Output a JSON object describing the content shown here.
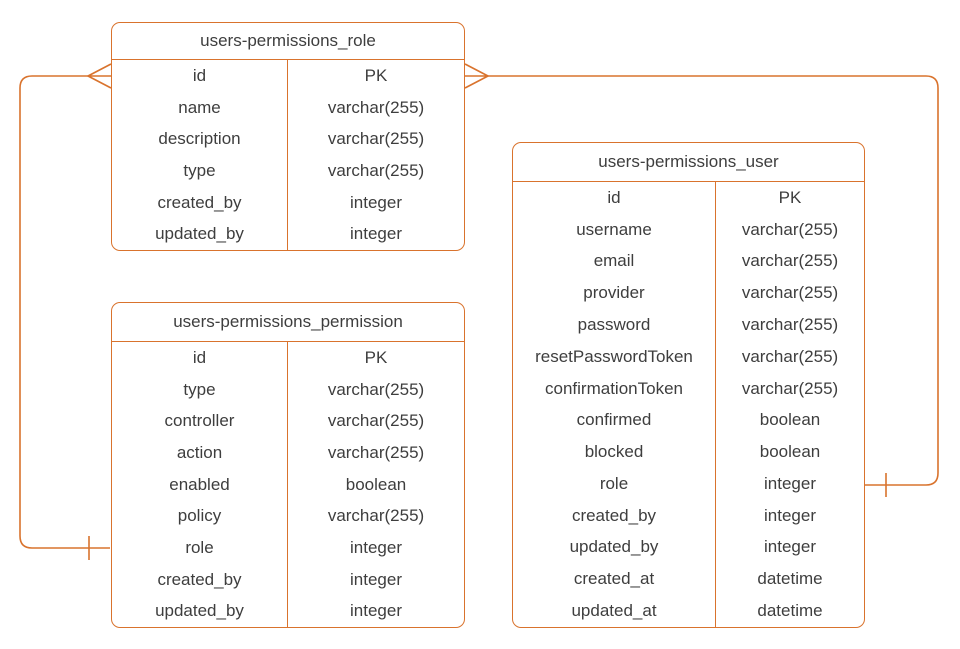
{
  "diagram": {
    "kind": "entity-relationship-diagram",
    "colors": {
      "line": "#d9732d",
      "text": "#3e3e3e",
      "background": "#ffffff"
    }
  },
  "tables": [
    {
      "title": "users-permissions_role",
      "rows": [
        {
          "field": "id",
          "type": "PK"
        },
        {
          "field": "name",
          "type": "varchar(255)"
        },
        {
          "field": "description",
          "type": "varchar(255)"
        },
        {
          "field": "type",
          "type": "varchar(255)"
        },
        {
          "field": "created_by",
          "type": "integer"
        },
        {
          "field": "updated_by",
          "type": "integer"
        }
      ]
    },
    {
      "title": "users-permissions_permission",
      "rows": [
        {
          "field": "id",
          "type": "PK"
        },
        {
          "field": "type",
          "type": "varchar(255)"
        },
        {
          "field": "controller",
          "type": "varchar(255)"
        },
        {
          "field": "action",
          "type": "varchar(255)"
        },
        {
          "field": "enabled",
          "type": "boolean"
        },
        {
          "field": "policy",
          "type": "varchar(255)"
        },
        {
          "field": "role",
          "type": "integer"
        },
        {
          "field": "created_by",
          "type": "integer"
        },
        {
          "field": "updated_by",
          "type": "integer"
        }
      ]
    },
    {
      "title": "users-permissions_user",
      "rows": [
        {
          "field": "id",
          "type": "PK"
        },
        {
          "field": "username",
          "type": "varchar(255)"
        },
        {
          "field": "email",
          "type": "varchar(255)"
        },
        {
          "field": "provider",
          "type": "varchar(255)"
        },
        {
          "field": "password",
          "type": "varchar(255)"
        },
        {
          "field": "resetPasswordToken",
          "type": "varchar(255)"
        },
        {
          "field": "confirmationToken",
          "type": "varchar(255)"
        },
        {
          "field": "confirmed",
          "type": "boolean"
        },
        {
          "field": "blocked",
          "type": "boolean"
        },
        {
          "field": "role",
          "type": "integer"
        },
        {
          "field": "created_by",
          "type": "integer"
        },
        {
          "field": "updated_by",
          "type": "integer"
        },
        {
          "field": "created_at",
          "type": "datetime"
        },
        {
          "field": "updated_at",
          "type": "datetime"
        }
      ]
    }
  ],
  "relationships": [
    {
      "from_table": "users-permissions_role",
      "from_field": "id",
      "from_marker": "crows-foot-many",
      "to_table": "users-permissions_permission",
      "to_field": "role",
      "to_marker": "one-tick"
    },
    {
      "from_table": "users-permissions_role",
      "from_field": "id",
      "from_marker": "crows-foot-many",
      "to_table": "users-permissions_user",
      "to_field": "role",
      "to_marker": "one-tick"
    }
  ]
}
